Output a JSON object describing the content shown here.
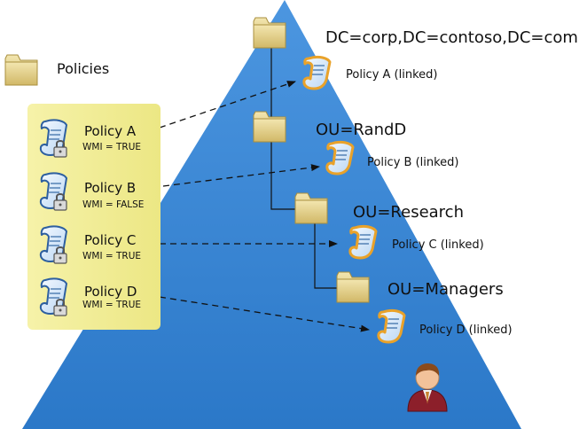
{
  "legend": {
    "label": "Policies",
    "icon": "folder-icon"
  },
  "domain_node": {
    "label": "DC=corp,DC=contoso,DC=com",
    "icon": "folder-icon"
  },
  "ou_nodes": [
    {
      "label": "OU=RandD",
      "icon": "folder-icon"
    },
    {
      "label": "OU=Research",
      "icon": "folder-icon"
    },
    {
      "label": "OU=Managers",
      "icon": "folder-icon"
    }
  ],
  "linked_policies": [
    {
      "label": "Policy A (linked)",
      "icon": "scroll-icon"
    },
    {
      "label": "Policy B (linked)",
      "icon": "scroll-icon"
    },
    {
      "label": "Policy C (linked)",
      "icon": "scroll-icon"
    },
    {
      "label": "Policy D (linked)",
      "icon": "scroll-icon"
    }
  ],
  "policies": [
    {
      "name": "Policy A",
      "wmi": "WMI = TRUE",
      "icon": "locked-scroll-icon"
    },
    {
      "name": "Policy B",
      "wmi": "WMI = FALSE",
      "icon": "locked-scroll-icon"
    },
    {
      "name": "Policy C",
      "wmi": "WMI = TRUE",
      "icon": "locked-scroll-icon"
    },
    {
      "name": "Policy D",
      "wmi": "WMI = TRUE",
      "icon": "locked-scroll-icon"
    }
  ],
  "user": {
    "icon": "user-icon"
  },
  "colors": {
    "pyramid": "#2f7fd1",
    "panel": "#f2ed95",
    "folder": "#d8c47a",
    "scroll_outline": "#e9a22a",
    "scroll_fill": "#cfe3f8"
  }
}
